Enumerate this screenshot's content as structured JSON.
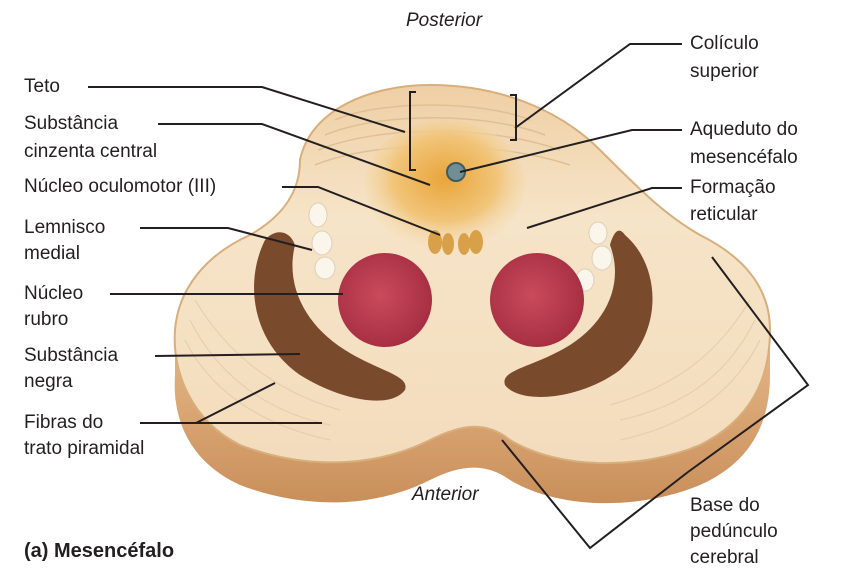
{
  "orientation": {
    "top": "Posterior",
    "bottom": "Anterior"
  },
  "caption": "(a) Mesencéfalo",
  "labels_left": {
    "teto": "Teto",
    "substancia_cinzenta_1": "Substância",
    "substancia_cinzenta_2": "cinzenta central",
    "nucleo_oculomotor": "Núcleo oculomotor (III)",
    "lemnisco_1": "Lemnisco",
    "lemnisco_2": "medial",
    "nucleo_rubro_1": "Núcleo",
    "nucleo_rubro_2": "rubro",
    "substancia_negra_1": "Substância",
    "substancia_negra_2": "negra",
    "fibras_1": "Fibras do",
    "fibras_2": "trato piramidal"
  },
  "labels_right": {
    "coliculo_1": "Colículo",
    "coliculo_2": "superior",
    "aqueduto_1": "Aqueduto do",
    "aqueduto_2": "mesencéfalo",
    "formacao_1": "Formação",
    "formacao_2": "reticular",
    "base_1": "Base do",
    "base_2": "pedúnculo",
    "base_3": "cerebral"
  },
  "colors": {
    "tissue_light": "#f6e4c8",
    "tissue_mid": "#e9c9a0",
    "tissue_edge": "#d8ae7c",
    "gray_matter": "#e9a53a",
    "red_nucleus": "#b9384c",
    "substantia_nigra": "#7a4a2c",
    "leader_line": "#231f20"
  }
}
